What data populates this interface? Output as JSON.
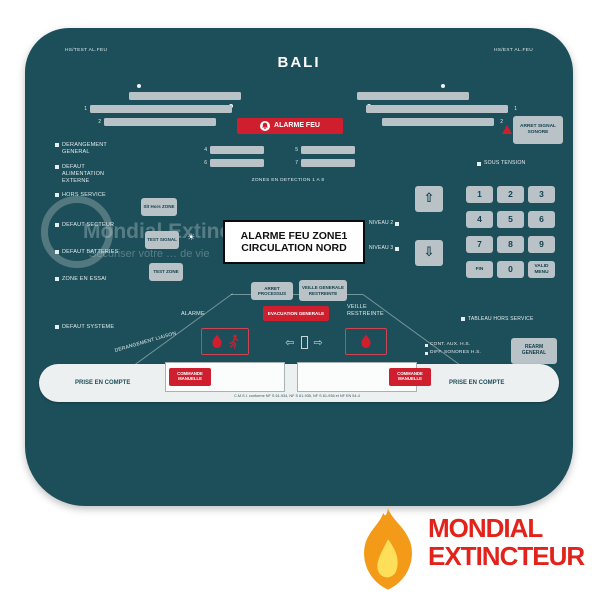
{
  "panel": {
    "title": "BALI",
    "top_left_label": "HS/TEST  AL.FEU",
    "top_right_label": "HS/EXT  AL.FEU",
    "alarm_banner": "ALARME FEU",
    "mute_button": "ARRET SIGNAL SONORE",
    "sous_tension": "SOUS TENSION",
    "statuses": [
      "DERANGEMENT GENERAL",
      "DEFAUT ALIMENTATION EXTERNE",
      "HORS SERVICE",
      "DEFAUT SECTEUR",
      "DEFAUT BATTERIES",
      "ZONE EN ESSAI",
      "DEFAUT SYSTEME"
    ],
    "zones": {
      "caption": "ZONES EN DETECTION 1 A 8",
      "left_nums": [
        "1",
        "2"
      ],
      "right_nums": [
        "1",
        "2"
      ],
      "center_nums": [
        "4",
        "5",
        "6",
        "7"
      ]
    },
    "lcd": {
      "line1": "ALARME FEU ZONE1",
      "line2": "CIRCULATION NORD"
    },
    "buttons": {
      "hors_zone": "Slt Hors ZONE",
      "test_signal": "TEST SIGNAL",
      "test_zone": "TEST ZONE",
      "niveau2": "NIVEAU 2",
      "niveau3": "NIVEAU 3",
      "fin": "FIN",
      "zero": "0",
      "valid_menu": "VALID MENU",
      "arret_processus": "ARRET PROCESSUS",
      "veille_generale": "VEILLE GENERALE RESTREINTE",
      "evacuation": "EVACUATION GENERALE",
      "rearm": "REARM GENERAL",
      "commande_manuelle": "COMMANDE MANUELLE"
    },
    "digits": [
      "1",
      "2",
      "3",
      "4",
      "5",
      "6",
      "7",
      "8",
      "9"
    ],
    "labels": {
      "alarme": "ALARME",
      "veille_restreinte": "VEILLE RESTREINTE",
      "derangement_liaison": "DERANGEMENT LIAISON",
      "cont_aux": "CONT. AUX. H.S.",
      "diff_sonores": "DIFF. SONORES H.S.",
      "tableau_hs": "TABLEAU HORS SERVICE",
      "prise_en_compte": "PRISE EN COMPTE",
      "footnote": "C.M.S.I. conforme NF S 61-934, NF S 61-935, NF S 61-936 et NF EN 54-4"
    },
    "watermark": {
      "line1": "Mondial Extincteur",
      "line2": "Sécuriser votre … de vie"
    }
  },
  "logo": {
    "line1": "MONDIAL",
    "line2": "EXTINCTEUR"
  },
  "colors": {
    "panel_teal": "#1d4f5a",
    "button_gray": "#b9c3c7",
    "alert_red": "#cf1f2e",
    "logo_red": "#e3231b",
    "flame_orange": "#f39a18",
    "flame_yellow": "#ffde59"
  }
}
